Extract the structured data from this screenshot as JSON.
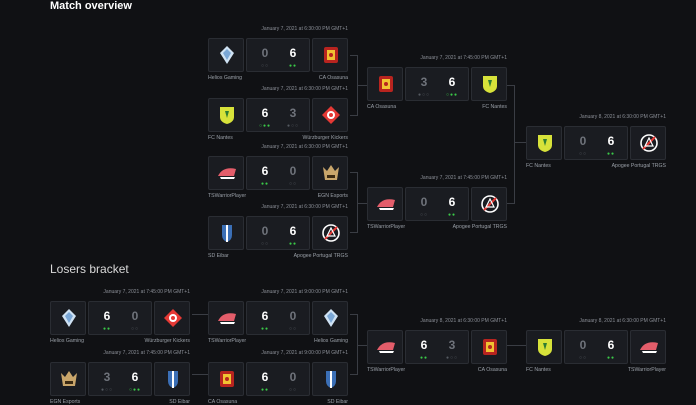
{
  "sections": {
    "main": "Match overview",
    "losers": "Losers bracket"
  },
  "matches": [
    {
      "id": "m1",
      "date": "January 7, 2021 at 6:30:00 PM GMT+1",
      "left": {
        "name": "Helios Gaming",
        "score": "0",
        "dots": "○○",
        "win": false,
        "logo": "helios-logo"
      },
      "right": {
        "name": "CA Osasuna",
        "score": "6",
        "dots": "●●",
        "win": true,
        "logo": "osasuna-logo"
      }
    },
    {
      "id": "m2",
      "date": "January 7, 2021 at 6:30:00 PM GMT+1",
      "left": {
        "name": "FC Nantes",
        "score": "6",
        "dots": "○●●",
        "win": true,
        "logo": "nantes-logo"
      },
      "right": {
        "name": "Würzburger Kickers",
        "score": "3",
        "dots": "●○○",
        "win": false,
        "logo": "kickers-logo"
      }
    },
    {
      "id": "m3",
      "date": "January 7, 2021 at 6:30:00 PM GMT+1",
      "left": {
        "name": "TSWarriorPlayer",
        "score": "6",
        "dots": "●●",
        "win": true,
        "logo": "warrior-logo"
      },
      "right": {
        "name": "EGN Esports",
        "score": "0",
        "dots": "○○",
        "win": false,
        "logo": "egn-logo"
      }
    },
    {
      "id": "m4",
      "date": "January 7, 2021 at 6:30:00 PM GMT+1",
      "left": {
        "name": "SD Eibar",
        "score": "0",
        "dots": "○○",
        "win": false,
        "logo": "eibar-logo"
      },
      "right": {
        "name": "Apogee Portugal TRGS",
        "score": "6",
        "dots": "●●",
        "win": true,
        "logo": "apogee-logo"
      }
    },
    {
      "id": "m5",
      "date": "January 7, 2021 at 7:45:00 PM GMT+1",
      "left": {
        "name": "CA Osasuna",
        "score": "3",
        "dots": "●○○",
        "win": false,
        "logo": "osasuna-logo"
      },
      "right": {
        "name": "FC Nantes",
        "score": "6",
        "dots": "○●●",
        "win": true,
        "logo": "nantes-logo"
      }
    },
    {
      "id": "m6",
      "date": "January 7, 2021 at 7:45:00 PM GMT+1",
      "left": {
        "name": "TSWarriorPlayer",
        "score": "0",
        "dots": "○○",
        "win": false,
        "logo": "warrior-logo"
      },
      "right": {
        "name": "Apogee Portugal TRGS",
        "score": "6",
        "dots": "●●",
        "win": true,
        "logo": "apogee-logo"
      }
    },
    {
      "id": "m7",
      "date": "January 8, 2021 at 6:30:00 PM GMT+1",
      "left": {
        "name": "FC Nantes",
        "score": "0",
        "dots": "○○",
        "win": false,
        "logo": "nantes-logo"
      },
      "right": {
        "name": "Apogee Portugal TRGS",
        "score": "6",
        "dots": "●●",
        "win": true,
        "logo": "apogee-logo"
      }
    },
    {
      "id": "l1",
      "date": "January 7, 2021 at 7:45:00 PM GMT+1",
      "left": {
        "name": "Helios Gaming",
        "score": "6",
        "dots": "●●",
        "win": true,
        "logo": "helios-logo"
      },
      "right": {
        "name": "Würzburger Kickers",
        "score": "0",
        "dots": "○○",
        "win": false,
        "logo": "kickers-logo"
      }
    },
    {
      "id": "l2",
      "date": "January 7, 2021 at 7:45:00 PM GMT+1",
      "left": {
        "name": "EGN Esports",
        "score": "3",
        "dots": "●○○",
        "win": false,
        "logo": "egn-logo"
      },
      "right": {
        "name": "SD Eibar",
        "score": "6",
        "dots": "○●●",
        "win": true,
        "logo": "eibar-logo"
      }
    },
    {
      "id": "l3",
      "date": "January 7, 2021 at 9:00:00 PM GMT+1",
      "left": {
        "name": "TSWarriorPlayer",
        "score": "6",
        "dots": "●●",
        "win": true,
        "logo": "warrior-logo"
      },
      "right": {
        "name": "Helios Gaming",
        "score": "0",
        "dots": "○○",
        "win": false,
        "logo": "helios-logo"
      }
    },
    {
      "id": "l4",
      "date": "January 7, 2021 at 9:00:00 PM GMT+1",
      "left": {
        "name": "CA Osasuna",
        "score": "6",
        "dots": "●●",
        "win": true,
        "logo": "osasuna-logo"
      },
      "right": {
        "name": "SD Eibar",
        "score": "0",
        "dots": "○○",
        "win": false,
        "logo": "eibar-logo"
      }
    },
    {
      "id": "l5",
      "date": "January 8, 2021 at 6:30:00 PM GMT+1",
      "left": {
        "name": "TSWarriorPlayer",
        "score": "6",
        "dots": "●●",
        "win": true,
        "logo": "warrior-logo"
      },
      "right": {
        "name": "CA Osasuna",
        "score": "3",
        "dots": "●○○",
        "win": false,
        "logo": "osasuna-logo"
      }
    },
    {
      "id": "l6",
      "date": "January 8, 2021 at 6:30:00 PM GMT+1",
      "left": {
        "name": "FC Nantes",
        "score": "0",
        "dots": "○○",
        "win": false,
        "logo": "nantes-logo"
      },
      "right": {
        "name": "TSWarriorPlayer",
        "score": "6",
        "dots": "●●",
        "win": true,
        "logo": "warrior-logo"
      }
    }
  ]
}
